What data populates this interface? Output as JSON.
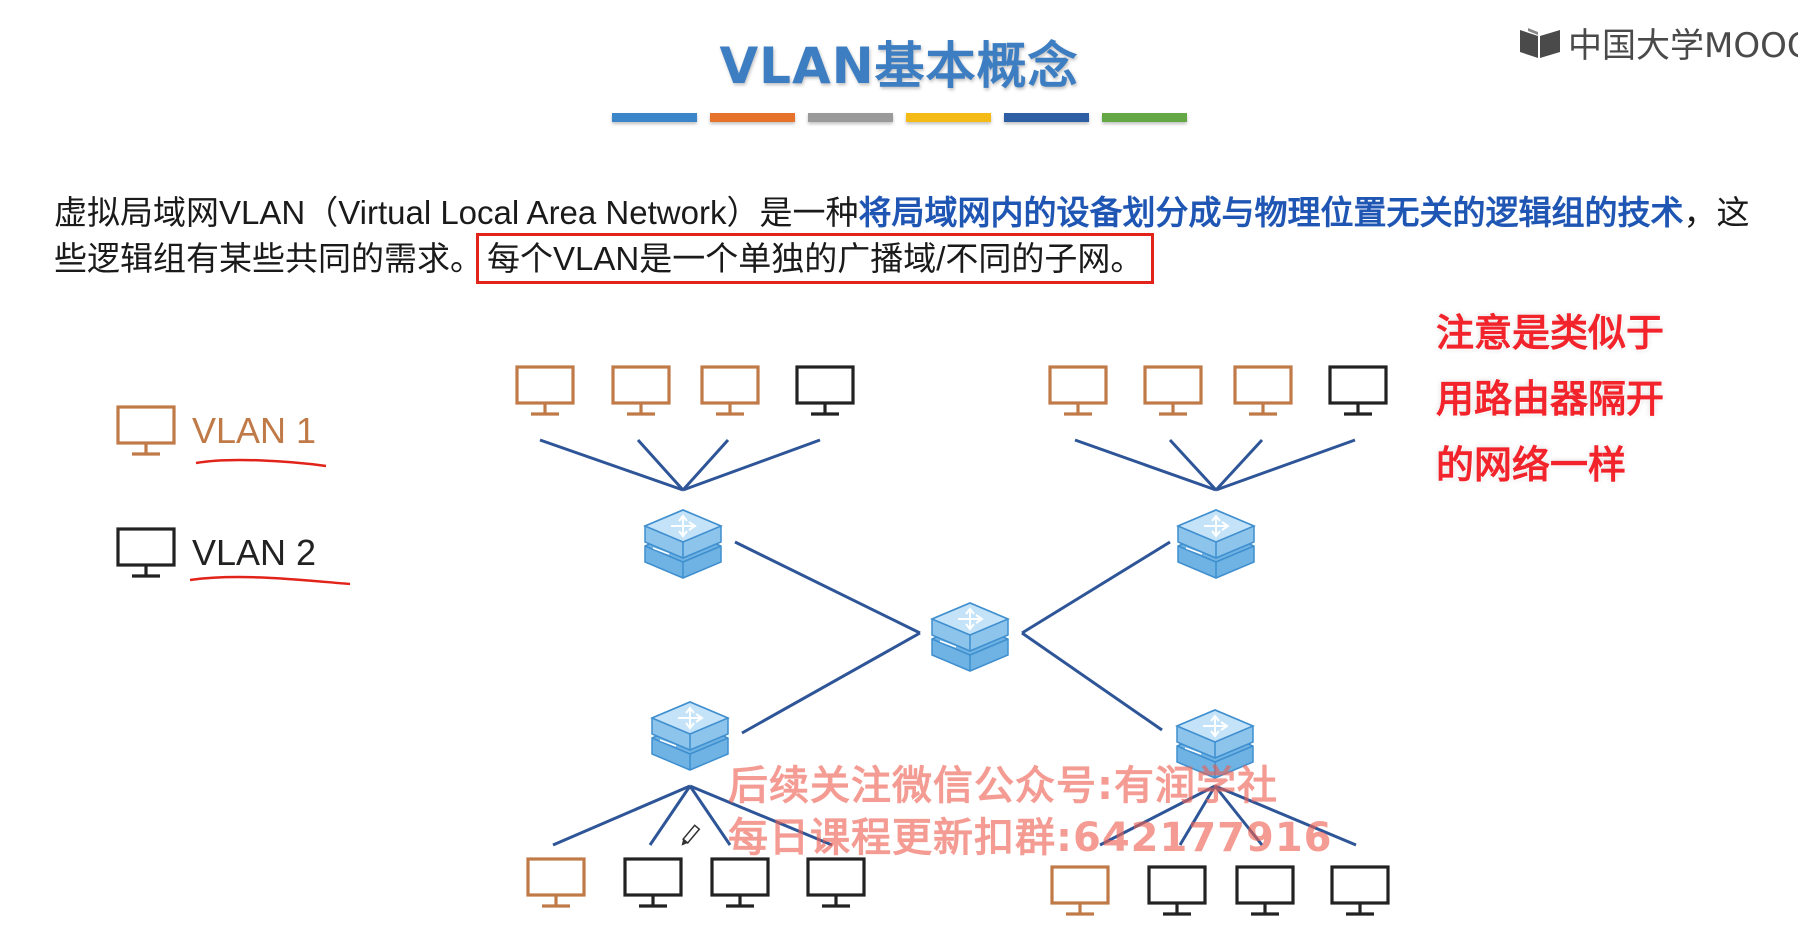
{
  "slide": {
    "title": "VLAN基本概念",
    "accent_bar_colors": [
      "#3b86c8",
      "#e5732c",
      "#9a9a9a",
      "#f4bb17",
      "#2e5fa5",
      "#63a844"
    ],
    "logo_text": "中国大学MOOC",
    "paragraph": {
      "part1": "虚拟局域网VLAN（Virtual Local Area Network）是一种",
      "part2_bold": "将局域网内的设备划分成与物理位置无关的逻辑组的技术",
      "part3": "，这些逻辑组有某些共同的需求。",
      "part4_boxed": "每个VLAN是一个单独的广播域/不同的子网。"
    },
    "annotation_lines": [
      "注意是类似于",
      "用路由器隔开",
      "的网络一样"
    ],
    "legend": [
      {
        "label": "VLAN 1",
        "color": "#c07a48",
        "icon": "monitor-icon"
      },
      {
        "label": "VLAN 2",
        "color": "#222222",
        "icon": "monitor-icon"
      }
    ],
    "watermark_lines": [
      "后续关注微信公众号:有润学社",
      "每日课程更新扣群:642177916"
    ],
    "colors": {
      "vlan1": "#c07a48",
      "vlan2": "#222222",
      "link": "#2e5597",
      "switch": "#5aa6dc",
      "highlight_box": "#e2231a",
      "annotation": "#f2232a",
      "underline": "#e2231a"
    }
  }
}
